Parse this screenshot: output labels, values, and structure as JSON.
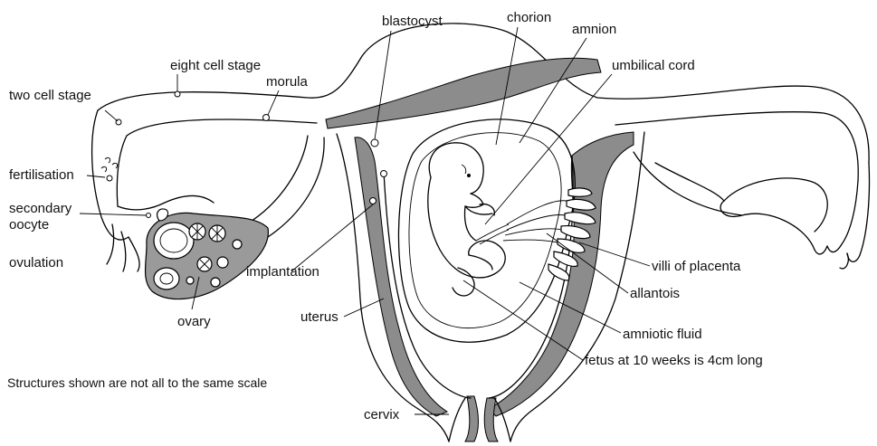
{
  "labels": {
    "two_cell_stage": "two cell stage",
    "eight_cell_stage": "eight cell stage",
    "morula": "morula",
    "blastocyst": "blastocyst",
    "chorion": "chorion",
    "amnion": "amnion",
    "umbilical_cord": "umbilical cord",
    "fertilisation": "fertilisation",
    "secondary_oocyte_line1": "secondary",
    "secondary_oocyte_line2": "oocyte",
    "ovulation": "ovulation",
    "implantation": "implantation",
    "ovary": "ovary",
    "uterus": "uterus",
    "villi_of_placenta": "villi of placenta",
    "allantois": "allantois",
    "amniotic_fluid": "amniotic fluid",
    "fetus": "fetus at 10 weeks is 4cm long",
    "cervix": "cervix"
  },
  "note": "Structures shown are not all to the same scale",
  "colors": {
    "line": "#000000",
    "tissue_grey": "#8c8c8c",
    "background": "#ffffff"
  }
}
